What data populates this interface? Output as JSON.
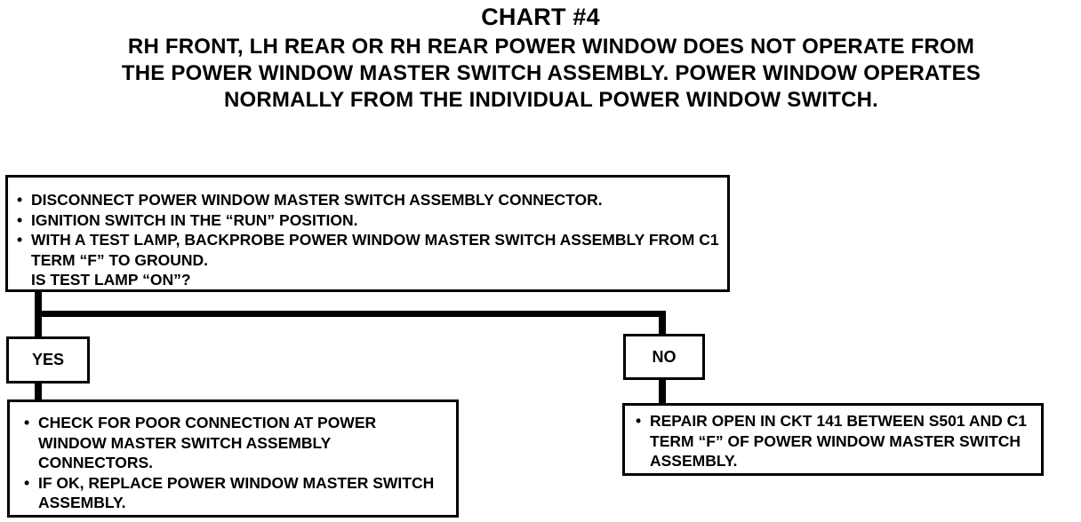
{
  "header": {
    "chart_label": "CHART #4",
    "subtitle_lines": [
      "RH FRONT, LH REAR OR RH REAR POWER WINDOW DOES NOT OPERATE FROM",
      "THE POWER WINDOW MASTER SWITCH ASSEMBLY. POWER WINDOW OPERATES",
      "NORMALLY FROM THE INDIVIDUAL POWER WINDOW SWITCH."
    ]
  },
  "test_box": {
    "bullets": [
      "DISCONNECT POWER WINDOW MASTER SWITCH ASSEMBLY CONNECTOR.",
      "IGNITION SWITCH IN THE “RUN” POSITION.",
      "WITH A TEST LAMP, BACKPROBE POWER WINDOW MASTER SWITCH ASSEMBLY FROM C1 TERM “F” TO GROUND."
    ],
    "question": "IS TEST LAMP “ON”?"
  },
  "branches": {
    "yes": {
      "label": "YES",
      "bullets": [
        "CHECK FOR POOR CONNECTION AT POWER WINDOW MASTER SWITCH ASSEMBLY CONNECTORS.",
        "IF OK, REPLACE POWER WINDOW MASTER SWITCH ASSEMBLY."
      ]
    },
    "no": {
      "label": "NO",
      "bullets": [
        "REPAIR OPEN IN CKT 141 BETWEEN S501 AND C1 TERM “F” OF POWER WINDOW MASTER SWITCH ASSEMBLY."
      ]
    }
  }
}
